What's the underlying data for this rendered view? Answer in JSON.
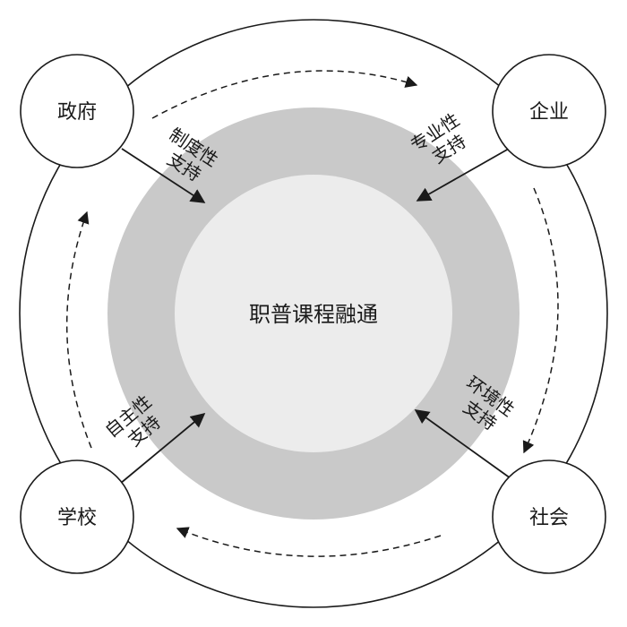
{
  "center": {
    "label": "职普课程融通"
  },
  "nodes": {
    "government": {
      "label": "政府"
    },
    "enterprise": {
      "label": "企业"
    },
    "school": {
      "label": "学校"
    },
    "society": {
      "label": "社会"
    }
  },
  "supports": {
    "institutional": {
      "line1": "制度性",
      "line2": "支持"
    },
    "professional": {
      "line1": "专业性",
      "line2": "支持"
    },
    "autonomous": {
      "line1": "自主性",
      "line2": "支持"
    },
    "environmental": {
      "line1": "环境性",
      "line2": "支持"
    }
  },
  "colors": {
    "outer_ring_fill": "#c9c9c9",
    "inner_disc_fill": "#ececec",
    "stroke": "#1a1a1a"
  }
}
